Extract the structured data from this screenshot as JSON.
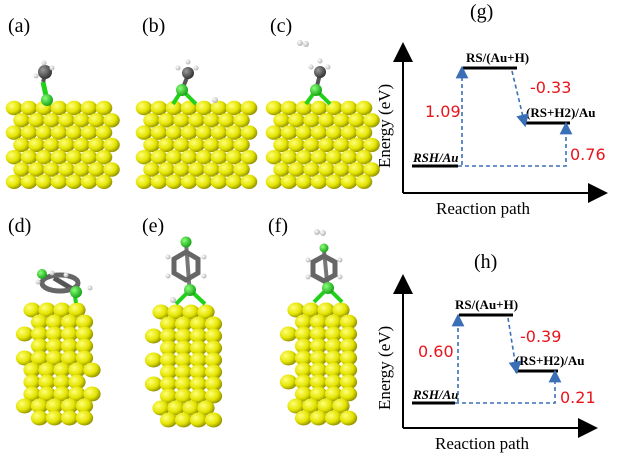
{
  "panels": {
    "a": "(a)",
    "b": "(b)",
    "c": "(c)",
    "d": "(d)",
    "e": "(e)",
    "f": "(f)",
    "g": "(g)",
    "h": "(h)"
  },
  "colors": {
    "gold": "#dede00",
    "gold_dark": "#9a9a00",
    "sulfur": "#22d11a",
    "carbon": "#555555",
    "hydrogen": "#e6e6e6",
    "arrow": "#3a6fb7",
    "value_red": "#e8141b"
  },
  "chart_data": [
    {
      "type": "energy-diagram",
      "panel": "(g)",
      "ylabel": "Energy (eV)",
      "xlabel": "Reaction path",
      "states": [
        "RSH/Au",
        "RS/(Au+H)",
        "(RS+H2)/Au"
      ],
      "steps": [
        {
          "from": "RSH/Au",
          "to": "RS/(Au+H)",
          "value": "1.09"
        },
        {
          "from": "RS/(Au+H)",
          "to": "(RS+H2)/Au",
          "value": "-0.33"
        },
        {
          "from": "RSH/Au",
          "to": "(RS+H2)/Au",
          "value": "0.76"
        }
      ]
    },
    {
      "type": "energy-diagram",
      "panel": "(h)",
      "ylabel": "Energy (eV)",
      "xlabel": "Reaction path",
      "states": [
        "RSH/Au",
        "RS/(Au+H)",
        "(RS+H2)/Au"
      ],
      "steps": [
        {
          "from": "RSH/Au",
          "to": "RS/(Au+H)",
          "value": "0.60"
        },
        {
          "from": "RS/(Au+H)",
          "to": "(RS+H2)/Au",
          "value": "-0.39"
        },
        {
          "from": "RSH/Au",
          "to": "(RS+H2)/Au",
          "value": "0.21"
        }
      ]
    }
  ]
}
